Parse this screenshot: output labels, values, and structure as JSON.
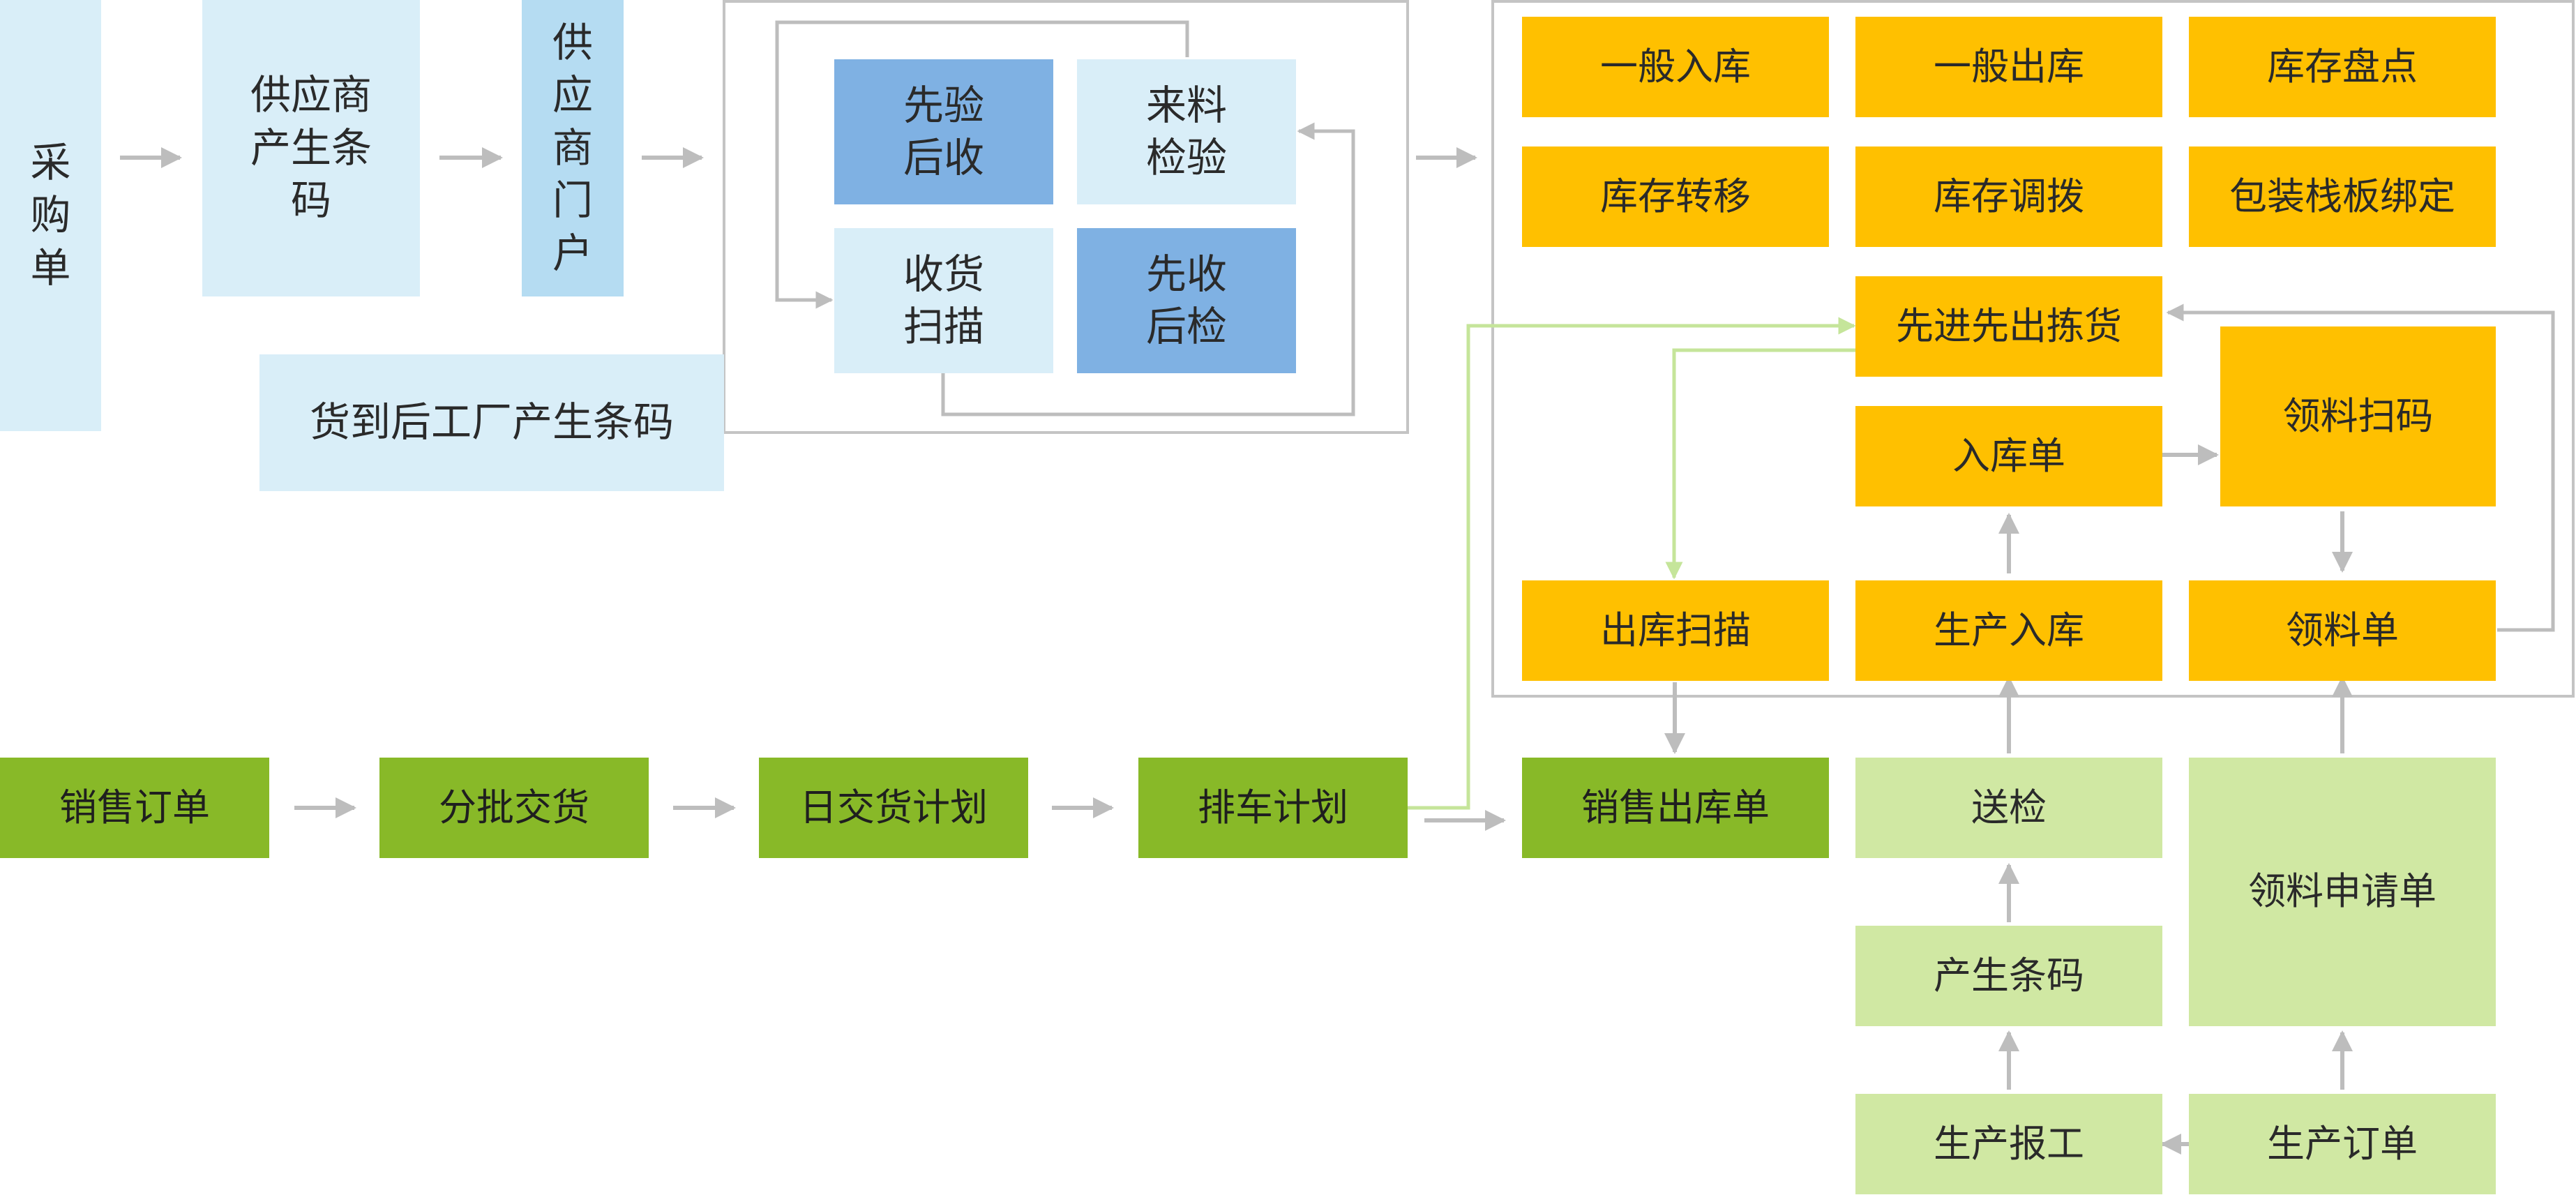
{
  "procurement": {
    "purchase_order": "采购单",
    "supplier_barcode": "供应商产生条码",
    "supplier_portal": "供应商门户",
    "factory_barcode": "货到后工厂产生条码"
  },
  "receiving": {
    "inspect_then_receive": "先验后收",
    "incoming_inspection": "来料检验",
    "receiving_scan": "收货扫描",
    "receive_then_inspect": "先收后检"
  },
  "warehouse": {
    "general_inbound": "一般入库",
    "general_outbound": "一般出库",
    "stock_count": "库存盘点",
    "stock_transfer": "库存转移",
    "stock_allocation": "库存调拨",
    "pallet_binding": "包装栈板绑定",
    "fifo_picking": "先进先出拣货",
    "inbound_order": "入库单",
    "material_scan": "领料扫码",
    "outbound_scan": "出库扫描",
    "production_inbound": "生产入库",
    "material_requisition": "领料单"
  },
  "sales": {
    "sales_order": "销售订单",
    "batch_delivery": "分批交货",
    "daily_delivery_plan": "日交货计划",
    "vehicle_schedule": "排车计划",
    "sales_outbound_order": "销售出库单"
  },
  "production": {
    "send_inspection": "送检",
    "generate_barcode": "产生条码",
    "production_report": "生产报工",
    "material_request": "领料申请单",
    "production_order": "生产订单"
  },
  "colors": {
    "light_blue": "#d9eef8",
    "medium_blue": "#7fb1e3",
    "yellow": "#ffc000",
    "green": "#88b928",
    "light_green": "#d0e8a3",
    "arrow_gray": "#bdbdbd",
    "flow_green": "#c5e59a"
  }
}
